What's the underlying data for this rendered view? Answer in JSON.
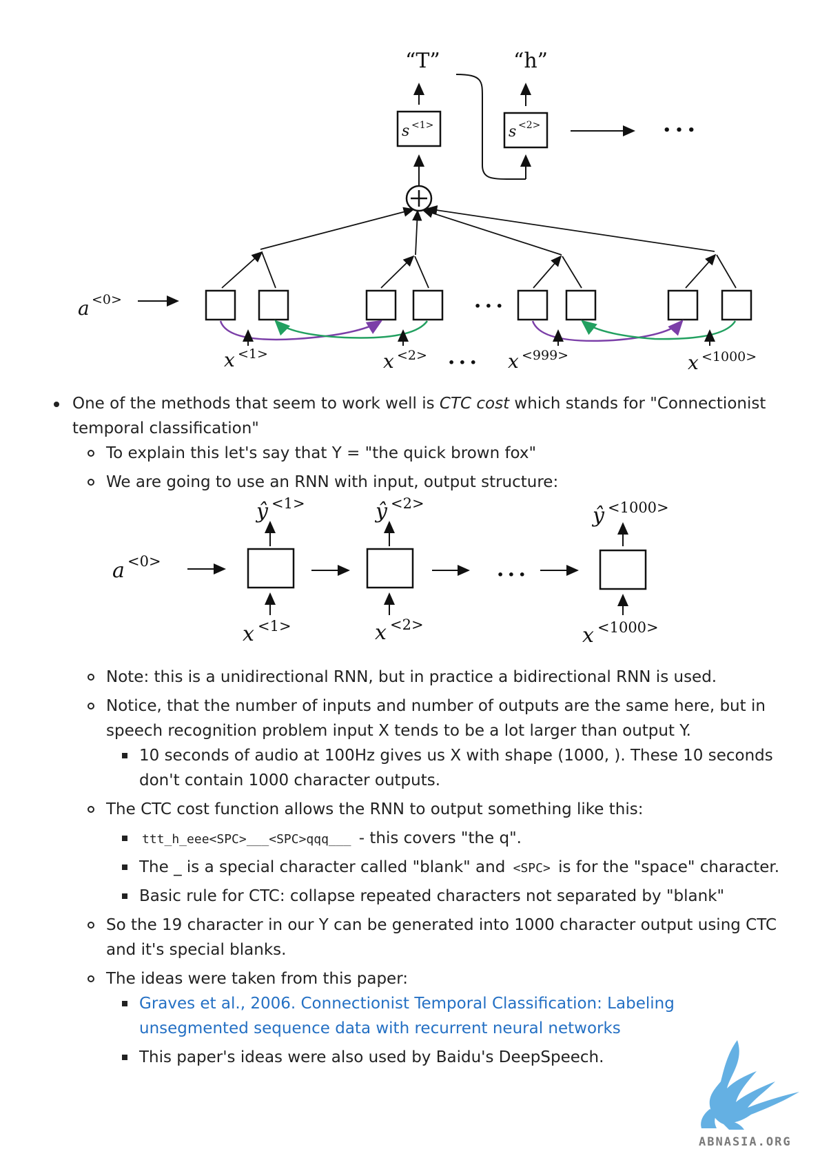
{
  "diagram1": {
    "output1": "“T”",
    "output2": "“h”",
    "state1": "s",
    "state1_sup": "<1>",
    "state2": "s",
    "state2_sup": "<2>",
    "ellipsis": "• • •",
    "a0": "a",
    "a0_sup": "<0>",
    "x1": "x",
    "x1_sup": "<1>",
    "x2": "x",
    "x2_sup": "<2>",
    "x999": "x",
    "x999_sup": "<999>",
    "x1000": "x",
    "x1000_sup": "<1000>",
    "mid_ellipsis": "• • •",
    "bottom_ellipsis": "• • •"
  },
  "bullets": {
    "ctc_intro_1": "One of the methods that seem to work well is ",
    "ctc_intro_em": "CTC cost",
    "ctc_intro_2": " which stands for \"Connectionist temporal classification\"",
    "explain": "To explain this let's say that Y = \"the quick brown fox\"",
    "rnn_structure": "We are going to use an RNN with input, output structure:",
    "note": "Note: this is a unidirectional RNN, but in practice a bidirectional RNN is used.",
    "notice": "Notice, that the number of inputs and number of outputs are the same here, but in speech recognition problem input X tends to be a lot larger than output Y.",
    "ten_seconds": "10 seconds of audio at 100Hz gives us X with shape (1000, ). These 10 seconds don't contain 1000 character outputs.",
    "ctc_allows": "The CTC cost function allows the RNN to output something like this:",
    "code_example": "ttt_h_eee<SPC>___<SPC>qqq___",
    "code_example_tail": " - this covers \"the q\".",
    "blank_1": "The _ is a special character called \"blank\" and ",
    "blank_code": "<SPC>",
    "blank_2": " is for the \"space\" character.",
    "basic_rule": "Basic rule for CTC: collapse repeated characters not separated by \"blank\"",
    "nineteen": "So the 19 character in our Y can be generated into 1000 character output using CTC and it's special blanks.",
    "ideas": "The ideas were taken from this paper:",
    "paper_link": "Graves et al., 2006. Connectionist Temporal Classification: Labeling unsegmented sequence data with recurrent neural networks",
    "deepspeech": "This paper's ideas were also used by Baidu's DeepSpeech."
  },
  "diagram2": {
    "y1": "ŷ",
    "y1_sup": "<1>",
    "y2": "ŷ",
    "y2_sup": "<2>",
    "y1000": "ŷ",
    "y1000_sup": "<1000>",
    "a0": "a",
    "a0_sup": "<0>",
    "x1": "x",
    "x1_sup": "<1>",
    "x2": "x",
    "x2_sup": "<2>",
    "x1000": "x",
    "x1000_sup": "<1000>",
    "ellipsis": "• • •"
  },
  "watermark": {
    "text": "ABNASIA.ORG",
    "color": "#4aa3df"
  },
  "colors": {
    "purple_arrow": "#7b3fa8",
    "green_arrow": "#22a060",
    "link": "#2470c4"
  }
}
